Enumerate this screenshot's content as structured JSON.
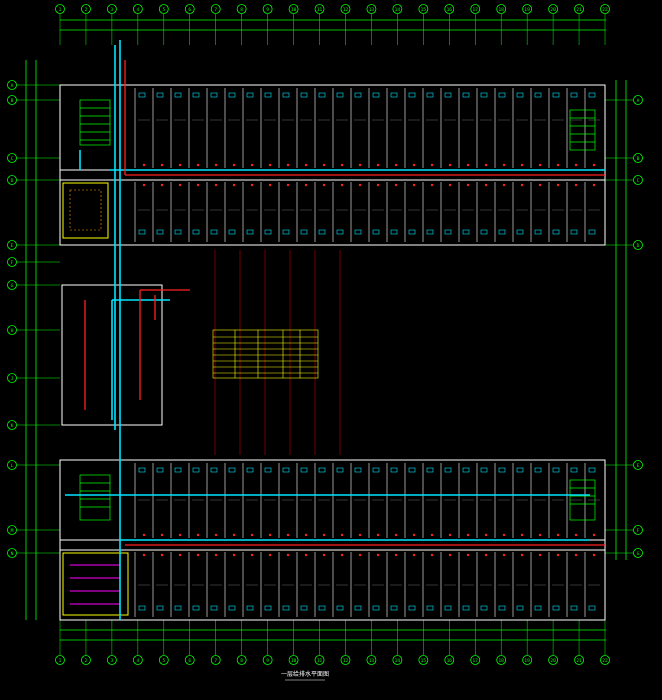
{
  "drawing": {
    "caption": "一层给排水平面图",
    "colors": {
      "background": "#000000",
      "grid": "#00ff00",
      "wall": "#ffffff",
      "water": "#00e5ff",
      "drain": "#ff2020",
      "fixture": "#ffff00",
      "dim": "#00ff00",
      "accent": "#ff00ff"
    },
    "top_axes": [
      "1",
      "2",
      "3",
      "4",
      "5",
      "6",
      "7",
      "8",
      "9",
      "10",
      "11",
      "12",
      "13",
      "14",
      "15",
      "16",
      "17",
      "18",
      "19",
      "20",
      "21",
      "22"
    ],
    "bottom_axes": [
      "1",
      "2",
      "3",
      "4",
      "5",
      "6",
      "7",
      "8",
      "9",
      "10",
      "11",
      "12",
      "13",
      "14",
      "15",
      "16",
      "17",
      "18",
      "19",
      "20",
      "21",
      "22"
    ],
    "left_axes": [
      "A",
      "B",
      "C",
      "D",
      "E",
      "F",
      "G",
      "H",
      "J",
      "K",
      "L",
      "M",
      "N"
    ],
    "right_axes": [
      "A",
      "B",
      "C",
      "D",
      "E",
      "F",
      "G"
    ]
  }
}
